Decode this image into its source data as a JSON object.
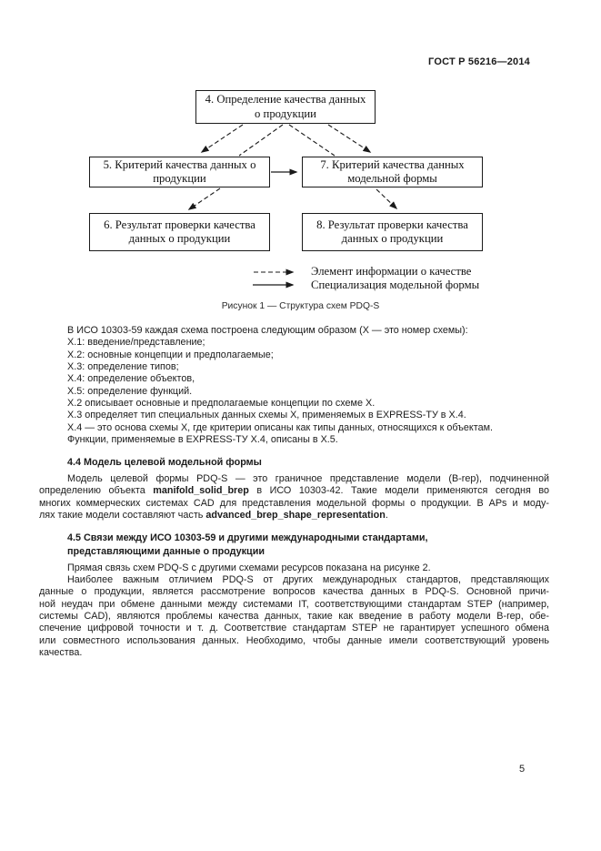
{
  "page": {
    "header": "ГОСТ Р 56216—2014",
    "page_number": "5"
  },
  "colors": {
    "text": "#1b1b1b",
    "box_border": "#1a1a1a",
    "background": "#ffffff"
  },
  "figure": {
    "boxes": [
      {
        "label": "4.  Определение качества данных о продукции"
      },
      {
        "label": "5. Критерий качества данных о продукции"
      },
      {
        "label": "7. Критерий качества данных модельной формы"
      },
      {
        "label": "6. Результат проверки качества данных о продукции"
      },
      {
        "label": "8. Результат проверки качества данных о продукции"
      }
    ],
    "legend": [
      {
        "style": "dashed",
        "label": "Элемент информации о качестве"
      },
      {
        "style": "solid",
        "label": "Специализация модельной формы"
      }
    ],
    "caption": "Рисунок 1 — Структура схем PDQ-S"
  },
  "content": {
    "intro_lines": [
      "В ИСО 10303-59 каждая схема построена следующим образом (X — это номер схемы):",
      "X.1: введение/представление;",
      "X.2: основные концепции и предполагаемые;",
      "X.3: определение типов;",
      "X.4: определение объектов,",
      "X.5: определение функций.",
      "X.2 описывает основные и предполагаемые концепции по схеме X.",
      "X.3 определяет тип специальных данных схемы X, применяемых в EXPRESS-ТУ в X.4.",
      "X.4 — это основа схемы X, где критерии описаны как типы данных, относящихся к объектам.",
      "Функции, применяемые в EXPRESS-ТУ X.4, описаны в X.5."
    ],
    "sections": [
      {
        "heading_lines": [
          "4.4 Модель целевой модельной формы"
        ],
        "paragraphs": [
          {
            "lines": [
              [
                {
                  "t": "Модель целевой формы PDQ-S — это граничное представление модели (B-rep), подчиненной"
                }
              ],
              [
                {
                  "t": "определению объекта "
                },
                {
                  "t": "manifold_solid_brep",
                  "b": true
                },
                {
                  "t": " в ИСО 10303-42. Такие модели применяются сегодня во"
                }
              ],
              [
                {
                  "t": "многих коммерческих системах CAD для представления модельной формы о продукции. В APs и моду-"
                }
              ],
              [
                {
                  "t": "лях такие модели составляют часть "
                },
                {
                  "t": "advanced_brep_shape_representation",
                  "b": true
                },
                {
                  "t": "."
                }
              ]
            ]
          }
        ]
      },
      {
        "heading_lines": [
          "4.5 Связи между ИСО 10303-59 и другими международными стандартами,",
          "представляющими данные о продукции"
        ],
        "paragraphs": [
          {
            "lines": [
              [
                {
                  "t": "Прямая связь схем PDQ-S с другими схемами ресурсов показана на рисунке 2."
                }
              ]
            ]
          },
          {
            "lines": [
              [
                {
                  "t": "Наиболее важным отличием PDQ-S от других международных стандартов, представляющих"
                }
              ],
              [
                {
                  "t": "данные о продукции, является рассмотрение вопросов качества данных в PDQ-S. Основной причи-"
                }
              ],
              [
                {
                  "t": "ной неудач при обмене данными между системами IT, соответствующими стандартам STEP (например,"
                }
              ],
              [
                {
                  "t": "системы CAD), являются проблемы качества данных, такие как введение в работу модели B-rep, обе-"
                }
              ],
              [
                {
                  "t": "спечение цифровой точности и т. д. Соответствие стандартам STEP не гарантирует успешного обмена"
                }
              ],
              [
                {
                  "t": "или совместного использования данных. Необходимо, чтобы данные имели соответствующий уровень"
                }
              ],
              [
                {
                  "t": "качества."
                }
              ]
            ]
          }
        ]
      }
    ]
  }
}
